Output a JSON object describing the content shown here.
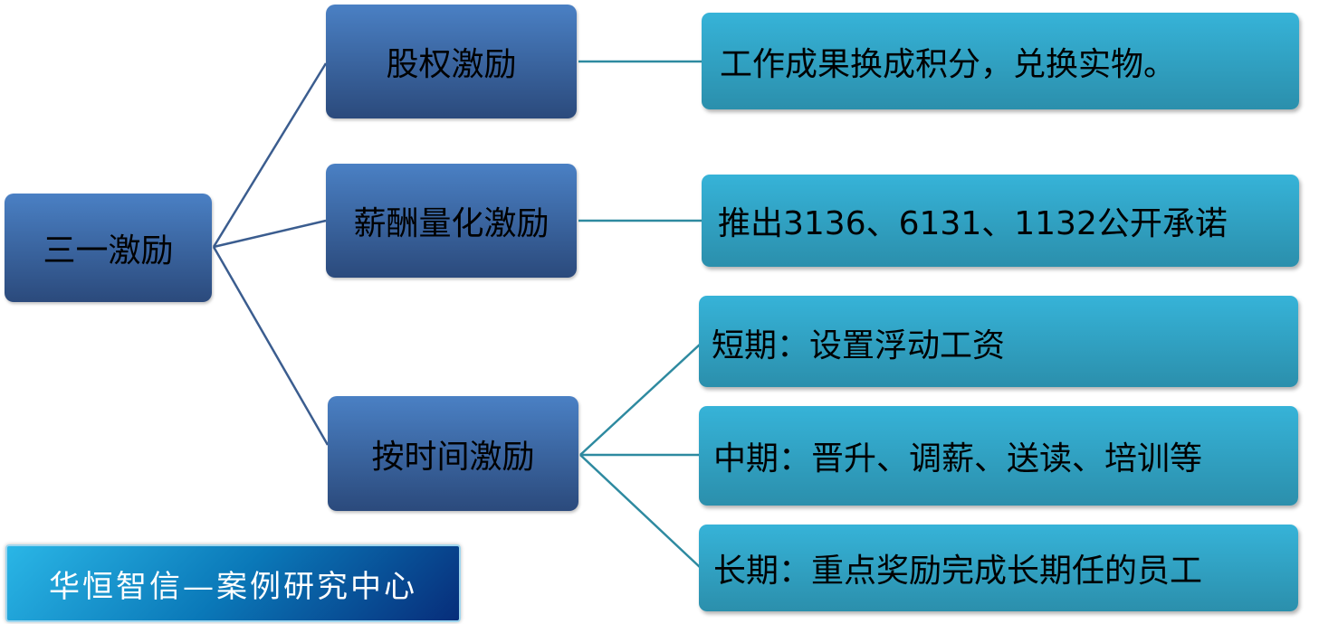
{
  "root": {
    "label": "三一激励"
  },
  "branches": [
    {
      "label": "股权激励",
      "children": [
        "工作成果换成积分，兑换实物。"
      ]
    },
    {
      "label": "薪酬量化激励",
      "children": [
        "推出3136、6131、1132公开承诺"
      ]
    },
    {
      "label": "按时间激励",
      "children": [
        "短期：设置浮动工资",
        "中期：晋升、调薪、送读、培训等",
        "长期：重点奖励完成长期任的员工"
      ]
    }
  ],
  "logo": {
    "text": "华恒智信—案例研究中心"
  },
  "colors": {
    "dark_node": "#3a63a0",
    "light_node": "#33a8cc",
    "connector_left": "#3b5d8f",
    "connector_right": "#2e8aa0"
  }
}
